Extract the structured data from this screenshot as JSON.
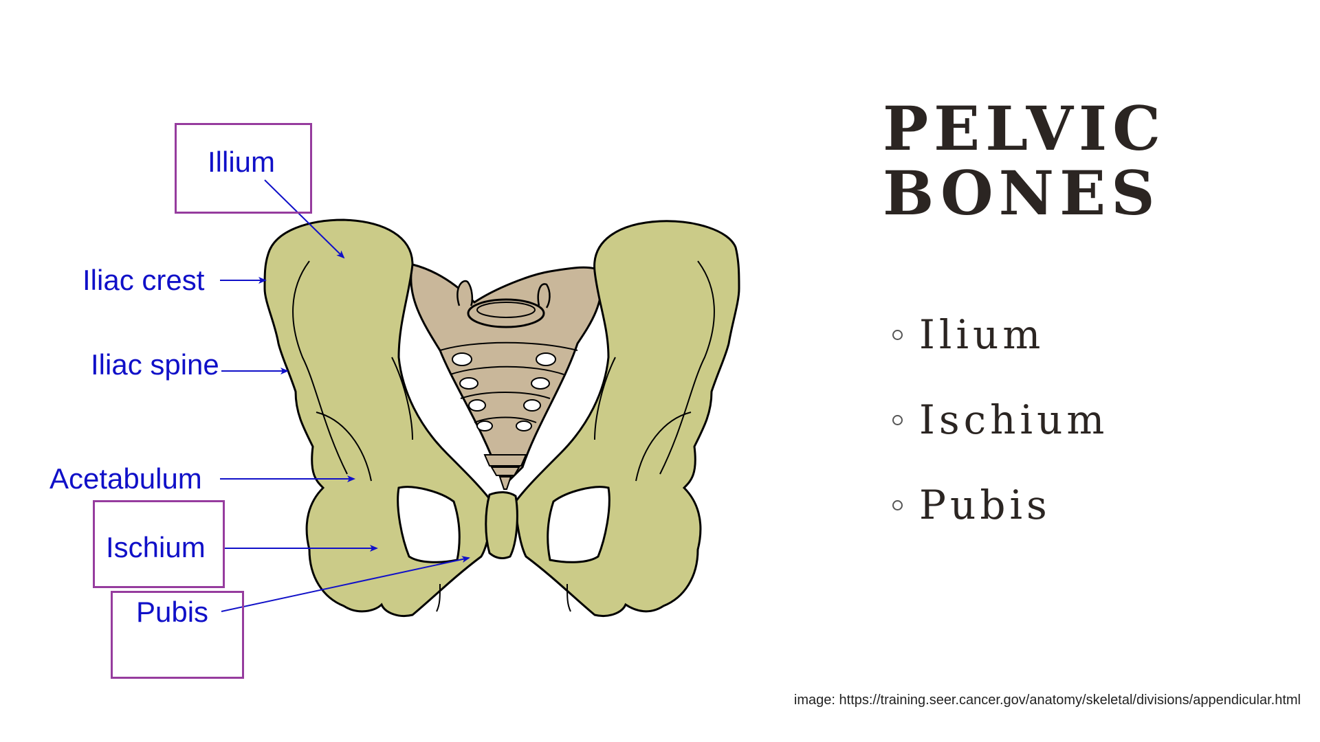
{
  "slide": {
    "title_line1": "PELVIC",
    "title_line2": "BONES",
    "bullets": [
      {
        "label": "Ilium"
      },
      {
        "label": "Ischium"
      },
      {
        "label": "Pubis"
      }
    ],
    "credit": "image: https://training.seer.cancer.gov/anatomy/skeletal/divisions/appendicular.html"
  },
  "diagram": {
    "labels": {
      "illium": "Illium",
      "iliac_crest": "Iliac crest",
      "iliac_spine": "Iliac spine",
      "acetabulum": "Acetabulum",
      "ischium": "Ischium",
      "pubis": "Pubis"
    },
    "colors": {
      "bone": "#cbcb88",
      "sacrum": "#c9b79a",
      "label": "#1010c8",
      "box": "#963c9e"
    }
  }
}
